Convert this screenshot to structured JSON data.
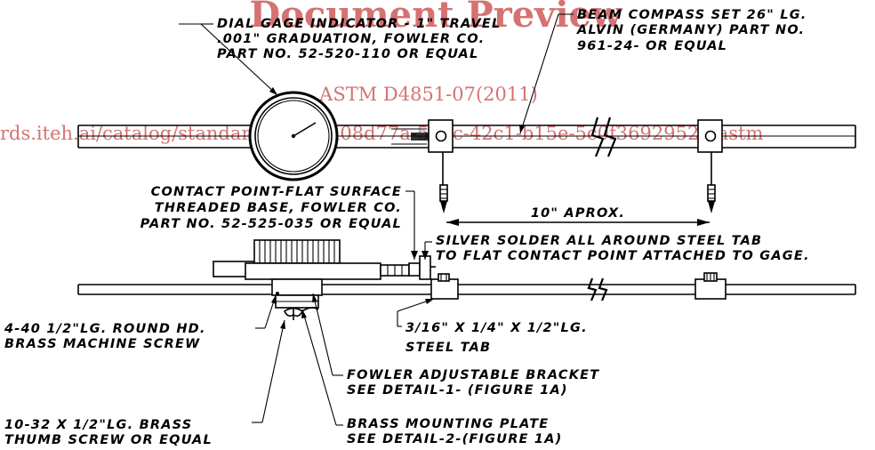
{
  "watermark": {
    "title": "Document Preview",
    "standard": "ASTM D4851-07(2011)",
    "url": "rds.iteh.ai/catalog/standards/sist/7a08d77a-5d4c-42c1-b15e-5c0f36929526/astm"
  },
  "labels": {
    "dial_gage": [
      "DIAL GAGE INDICATOR - 1\" TRAVEL",
      ".001\" GRADUATION, FOWLER CO.",
      "PART NO. 52-520-110 OR EQUAL"
    ],
    "beam_compass": [
      "BEAM COMPASS SET 26\" LG.",
      "ALVIN (GERMANY) PART NO.",
      "961-24- OR EQUAL"
    ],
    "contact_point": [
      "CONTACT POINT-FLAT SURFACE",
      "THREADED BASE, FOWLER CO.",
      "PART NO. 52-525-035 OR EQUAL"
    ],
    "dimension": "10\" APROX.",
    "silver_solder": [
      "SILVER SOLDER ALL AROUND STEEL TAB",
      "TO FLAT CONTACT POINT ATTACHED TO GAGE."
    ],
    "machine_screw": [
      "4-40   1/2\"LG. ROUND HD.",
      "BRASS MACHINE SCREW"
    ],
    "steel_tab": [
      "3/16\" X 1/4\" X 1/2\"LG.",
      "STEEL TAB"
    ],
    "bracket": [
      "FOWLER ADJUSTABLE BRACKET",
      "SEE DETAIL-1- (FIGURE 1A)"
    ],
    "thumb_screw": [
      "10-32 X 1/2\"LG. BRASS",
      "THUMB SCREW OR EQUAL"
    ],
    "mounting_plate": [
      "BRASS MOUNTING PLATE",
      "SEE DETAIL-2-(FIGURE 1A)"
    ]
  }
}
